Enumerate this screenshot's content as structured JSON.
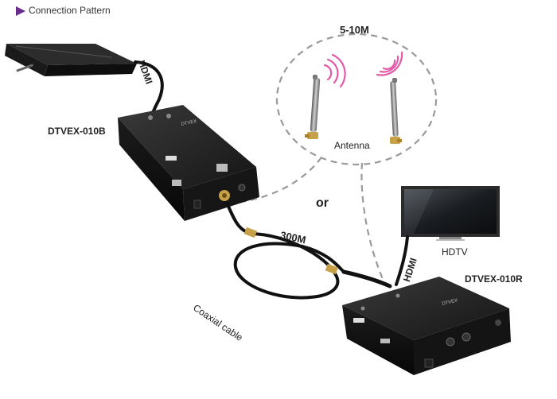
{
  "header": {
    "title": "Connection Pattern",
    "marker_color": "#6a2c8c"
  },
  "labels": {
    "range": "5-10M",
    "antenna": "Antenna",
    "or": "or",
    "distance": "300M",
    "coax": "Coaxial cable",
    "transmitter": "DTVEX-010B",
    "receiver": "DTVEX-010R",
    "tv": "HDTV",
    "hdmi_top": "HDMI",
    "hdmi_bottom": "HDMI"
  },
  "colors": {
    "signal": "#e35aa6",
    "dashed": "#9a9a9a",
    "device": "#1e1e1e",
    "cable": "#111111"
  }
}
